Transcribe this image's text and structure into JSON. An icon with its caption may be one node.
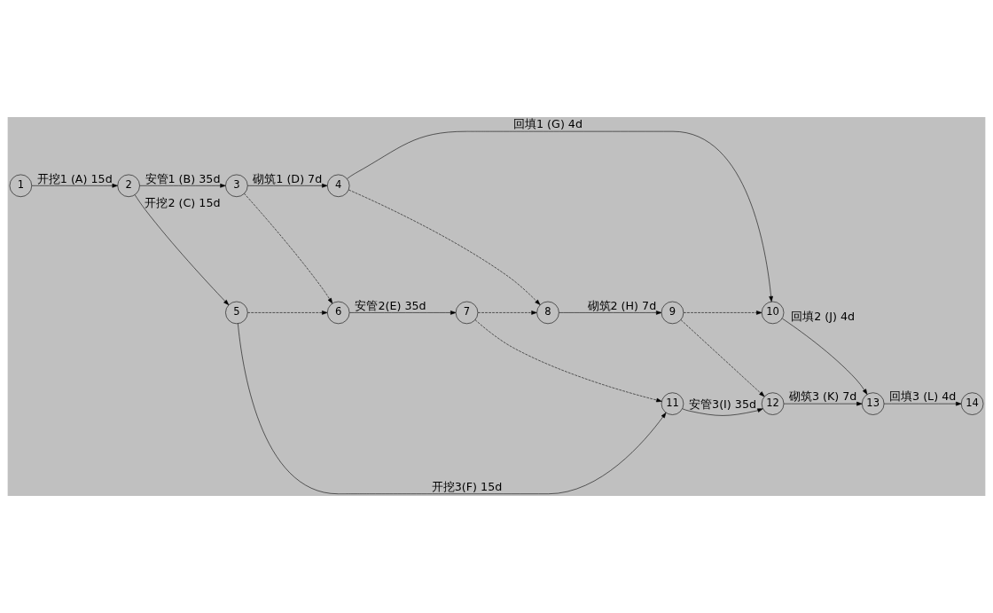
{
  "diagram": {
    "nodes": [
      {
        "text": [
          "1"
        ]
      },
      {
        "text": [
          "2"
        ]
      },
      {
        "text": [
          "3"
        ]
      },
      {
        "text": [
          "4"
        ]
      },
      {
        "text": [
          "5"
        ]
      },
      {
        "text": [
          "6"
        ]
      },
      {
        "text": [
          "7"
        ]
      },
      {
        "text": [
          "8"
        ]
      },
      {
        "text": [
          "9"
        ]
      },
      {
        "text": [
          "10"
        ]
      },
      {
        "text": [
          "11"
        ]
      },
      {
        "text": [
          "12"
        ]
      },
      {
        "text": [
          "13"
        ]
      },
      {
        "text": [
          "14"
        ]
      }
    ],
    "edges": [
      {
        "from": 0,
        "to": 1,
        "arrow": "to",
        "label": "开挖1 (A) 15d"
      },
      {
        "from": 1,
        "to": 2,
        "arrow": "to",
        "label": "安管1 (B) 35d"
      },
      {
        "from": 2,
        "to": 3,
        "arrow": "to",
        "label": "砌筑1 (D) 7d"
      },
      {
        "from": 3,
        "to": 9,
        "arrow": "to",
        "label": "回填1 (G) 4d"
      },
      {
        "from": 1,
        "to": 4,
        "arrow": "to",
        "label": "开挖2 (C) 15d"
      },
      {
        "from": 2,
        "to": 5,
        "arrow": "to",
        "style": "dashed"
      },
      {
        "from": 4,
        "to": 5,
        "arrow": "to",
        "style": "dashed"
      },
      {
        "from": 5,
        "to": 6,
        "arrow": "to",
        "label": "安管2(E) 35d"
      },
      {
        "from": 3,
        "to": 7,
        "arrow": "to",
        "style": "dashed"
      },
      {
        "from": 6,
        "to": 7,
        "arrow": "to",
        "style": "dashed"
      },
      {
        "from": 7,
        "to": 8,
        "arrow": "to",
        "label": "砌筑2 (H) 7d"
      },
      {
        "from": 8,
        "to": 9,
        "arrow": "to",
        "style": "dashed"
      },
      {
        "from": 9,
        "to": 12,
        "arrow": "to",
        "label": "回填2 (J) 4d"
      },
      {
        "from": 4,
        "to": 10,
        "arrow": "to",
        "label": "开挖3(F) 15d"
      },
      {
        "from": 6,
        "to": 10,
        "arrow": "to",
        "style": "dashed"
      },
      {
        "from": 10,
        "to": 11,
        "arrow": "to",
        "label": "安管3(I) 35d"
      },
      {
        "from": 8,
        "to": 11,
        "arrow": "to",
        "style": "dashed"
      },
      {
        "from": 11,
        "to": 12,
        "arrow": "to",
        "label": "砌筑3 (K) 7d"
      },
      {
        "from": 12,
        "to": 13,
        "arrow": "to",
        "label": "回填3 (L) 4d"
      }
    ]
  }
}
